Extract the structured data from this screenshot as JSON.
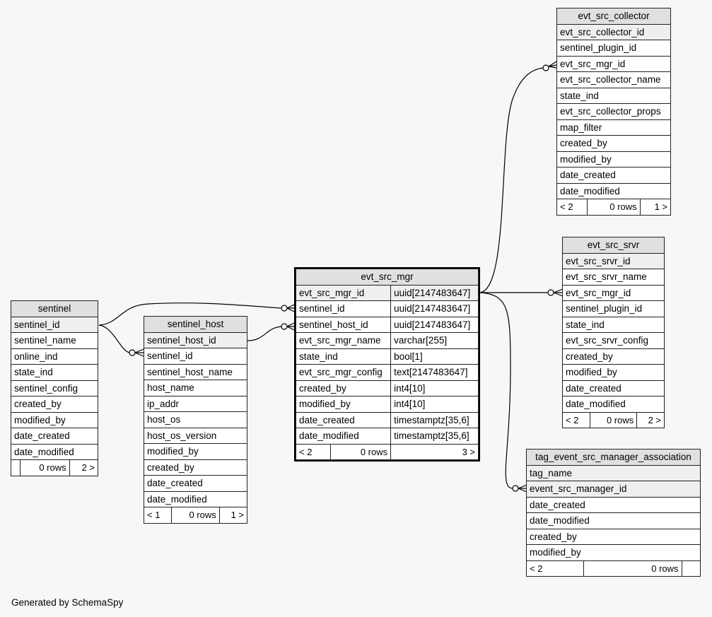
{
  "footer": "Generated by SchemaSpy",
  "tables": {
    "sentinel": {
      "name": "sentinel",
      "columns": [
        "sentinel_id",
        "sentinel_name",
        "online_ind",
        "state_ind",
        "sentinel_config",
        "created_by",
        "modified_by",
        "date_created",
        "date_modified"
      ],
      "footer": {
        "parents": "",
        "rows": "0 rows",
        "children": "2 >"
      }
    },
    "sentinel_host": {
      "name": "sentinel_host",
      "columns": [
        "sentinel_host_id",
        "sentinel_id",
        "sentinel_host_name",
        "host_name",
        "ip_addr",
        "host_os",
        "host_os_version",
        "modified_by",
        "created_by",
        "date_created",
        "date_modified"
      ],
      "footer": {
        "parents": "< 1",
        "rows": "0 rows",
        "children": "1 >"
      }
    },
    "evt_src_mgr": {
      "name": "evt_src_mgr",
      "columns": [
        {
          "name": "evt_src_mgr_id",
          "type": "uuid[2147483647]"
        },
        {
          "name": "sentinel_id",
          "type": "uuid[2147483647]"
        },
        {
          "name": "sentinel_host_id",
          "type": "uuid[2147483647]"
        },
        {
          "name": "evt_src_mgr_name",
          "type": "varchar[255]"
        },
        {
          "name": "state_ind",
          "type": "bool[1]"
        },
        {
          "name": "evt_src_mgr_config",
          "type": "text[2147483647]"
        },
        {
          "name": "created_by",
          "type": "int4[10]"
        },
        {
          "name": "modified_by",
          "type": "int4[10]"
        },
        {
          "name": "date_created",
          "type": "timestamptz[35,6]"
        },
        {
          "name": "date_modified",
          "type": "timestamptz[35,6]"
        }
      ],
      "footer": {
        "parents": "< 2",
        "rows": "0 rows",
        "children": "3 >"
      }
    },
    "evt_src_collector": {
      "name": "evt_src_collector",
      "columns": [
        "evt_src_collector_id",
        "sentinel_plugin_id",
        "evt_src_mgr_id",
        "evt_src_collector_name",
        "state_ind",
        "evt_src_collector_props",
        "map_filter",
        "created_by",
        "modified_by",
        "date_created",
        "date_modified"
      ],
      "footer": {
        "parents": "< 2",
        "rows": "0 rows",
        "children": "1 >"
      }
    },
    "evt_src_srvr": {
      "name": "evt_src_srvr",
      "columns": [
        "evt_src_srvr_id",
        "evt_src_srvr_name",
        "evt_src_mgr_id",
        "sentinel_plugin_id",
        "state_ind",
        "evt_src_srvr_config",
        "created_by",
        "modified_by",
        "date_created",
        "date_modified"
      ],
      "footer": {
        "parents": "< 2",
        "rows": "0 rows",
        "children": "2 >"
      }
    },
    "tag_event_src_manager_association": {
      "name": "tag_event_src_manager_association",
      "columns": [
        "tag_name",
        "event_src_manager_id",
        "date_created",
        "date_modified",
        "created_by",
        "modified_by"
      ],
      "footer": {
        "parents": "< 2",
        "rows": "0 rows",
        "children": ""
      }
    }
  }
}
